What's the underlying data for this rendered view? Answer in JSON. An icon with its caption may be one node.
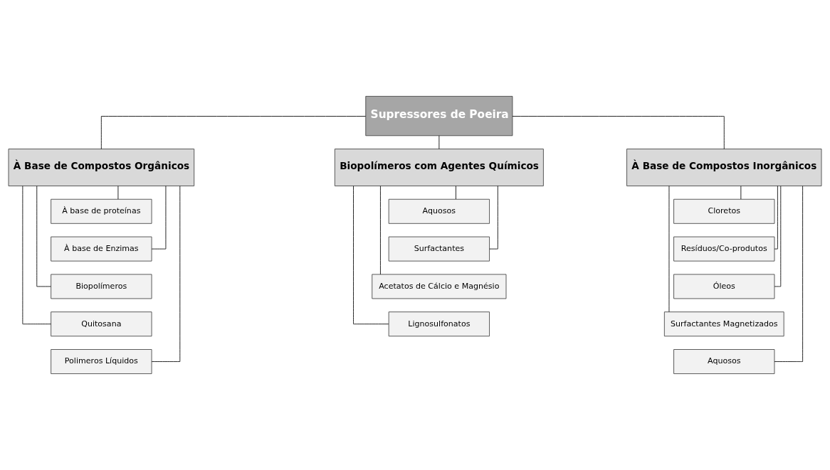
{
  "diagram": {
    "nodes": [
      {
        "text": [
          "Supressores de Poeira"
        ]
      },
      {
        "text": [
          "À Base de Compostos Orgânicos"
        ]
      },
      {
        "text": [
          "À base de proteínas"
        ]
      },
      {
        "text": [
          "À base de Enzimas"
        ]
      },
      {
        "text": [
          "Biopolímeros"
        ]
      },
      {
        "text": [
          "Quitosana"
        ]
      },
      {
        "text": [
          "Polimeros Líquidos"
        ]
      },
      {
        "text": [
          "Biopolímeros com Agentes Químicos"
        ]
      },
      {
        "text": [
          "Aquosos"
        ]
      },
      {
        "text": [
          "Surfactantes"
        ]
      },
      {
        "text": [
          "Acetatos de Cálcio e Magnésio"
        ]
      },
      {
        "text": [
          "Lignosulfonatos"
        ]
      },
      {
        "text": [
          "À Base de Compostos Inorgânicos"
        ]
      },
      {
        "text": [
          "Cloretos"
        ]
      },
      {
        "text": [
          "Resíduos/Co-produtos"
        ]
      },
      {
        "text": [
          "Óleos"
        ]
      },
      {
        "text": [
          "Surfactantes Magnetizados"
        ]
      },
      {
        "text": [
          "Aquosos"
        ]
      }
    ],
    "edges": [
      {
        "from": 0,
        "to": 1,
        "arrow": "none"
      },
      {
        "from": 0,
        "to": 7,
        "arrow": "none"
      },
      {
        "from": 0,
        "to": 12,
        "arrow": "none"
      },
      {
        "from": 1,
        "to": 2,
        "arrow": "none"
      },
      {
        "from": 1,
        "to": 3,
        "arrow": "none"
      },
      {
        "from": 1,
        "to": 4,
        "arrow": "none"
      },
      {
        "from": 1,
        "to": 5,
        "arrow": "none"
      },
      {
        "from": 1,
        "to": 6,
        "arrow": "none"
      },
      {
        "from": 7,
        "to": 8,
        "arrow": "none"
      },
      {
        "from": 7,
        "to": 9,
        "arrow": "none"
      },
      {
        "from": 7,
        "to": 10,
        "arrow": "none"
      },
      {
        "from": 7,
        "to": 11,
        "arrow": "none"
      },
      {
        "from": 12,
        "to": 13,
        "arrow": "none"
      },
      {
        "from": 12,
        "to": 14,
        "arrow": "none"
      },
      {
        "from": 12,
        "to": 15,
        "arrow": "none"
      },
      {
        "from": 12,
        "to": 16,
        "arrow": "none"
      },
      {
        "from": 12,
        "to": 17,
        "arrow": "none"
      }
    ]
  }
}
